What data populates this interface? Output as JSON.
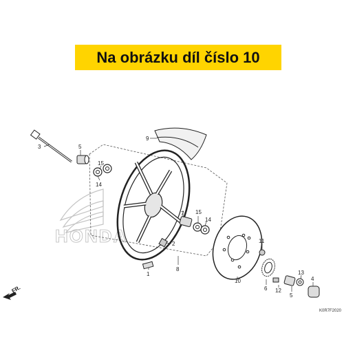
{
  "banner": {
    "text": "Na obrázku díl číslo 10",
    "background": "#ffd400"
  },
  "diagram": {
    "callouts": [
      "3",
      "5",
      "9",
      "15",
      "14",
      "7",
      "15",
      "14",
      "2",
      "8",
      "1",
      "11",
      "10",
      "6",
      "12",
      "13",
      "4",
      "5"
    ],
    "direction_label": "FR.",
    "diagram_code": "K0R7F2020",
    "watermark_text": "HONDA"
  }
}
